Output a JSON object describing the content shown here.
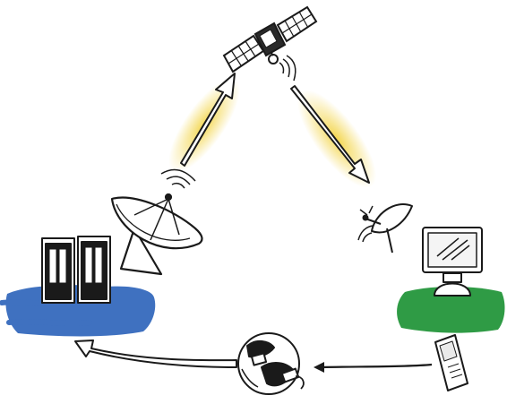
{
  "diagram": {
    "nodes": [
      {
        "id": "satellite",
        "icon": "satellite-icon"
      },
      {
        "id": "uplink-dish",
        "icon": "uplink-dish-icon"
      },
      {
        "id": "receiver-dish",
        "icon": "receiver-dish-icon"
      },
      {
        "id": "server-rack",
        "icon": "server-rack-icon"
      },
      {
        "id": "desktop-monitor",
        "icon": "monitor-icon"
      },
      {
        "id": "mobile-phone",
        "icon": "mobile-phone-icon"
      },
      {
        "id": "internet-globe",
        "icon": "globe-icon"
      }
    ],
    "edges": [
      {
        "from": "uplink-dish",
        "to": "satellite"
      },
      {
        "from": "satellite",
        "to": "receiver-dish"
      },
      {
        "from": "mobile-phone",
        "to": "internet-globe"
      },
      {
        "from": "internet-globe",
        "to": "server-rack"
      }
    ],
    "colors": {
      "server_area": "#3f71c0",
      "client_area": "#2f9b45",
      "beam_glow": "#f3d54a",
      "outline": "#1a1a1a"
    }
  }
}
